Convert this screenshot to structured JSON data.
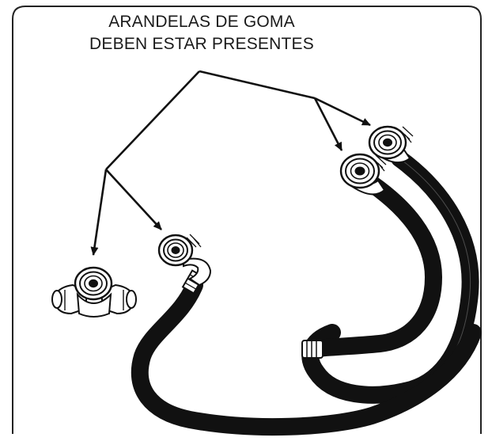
{
  "caption": {
    "line1": "ARANDELAS DE GOMA",
    "line2": "DEBEN ESTAR PRESENTES"
  },
  "colors": {
    "ink": "#111111",
    "hose": "#111111",
    "background": "#ffffff",
    "frame": "#222222"
  },
  "parts": [
    "y-connector",
    "elbow-hose",
    "straight-hose-front",
    "straight-hose-back"
  ]
}
